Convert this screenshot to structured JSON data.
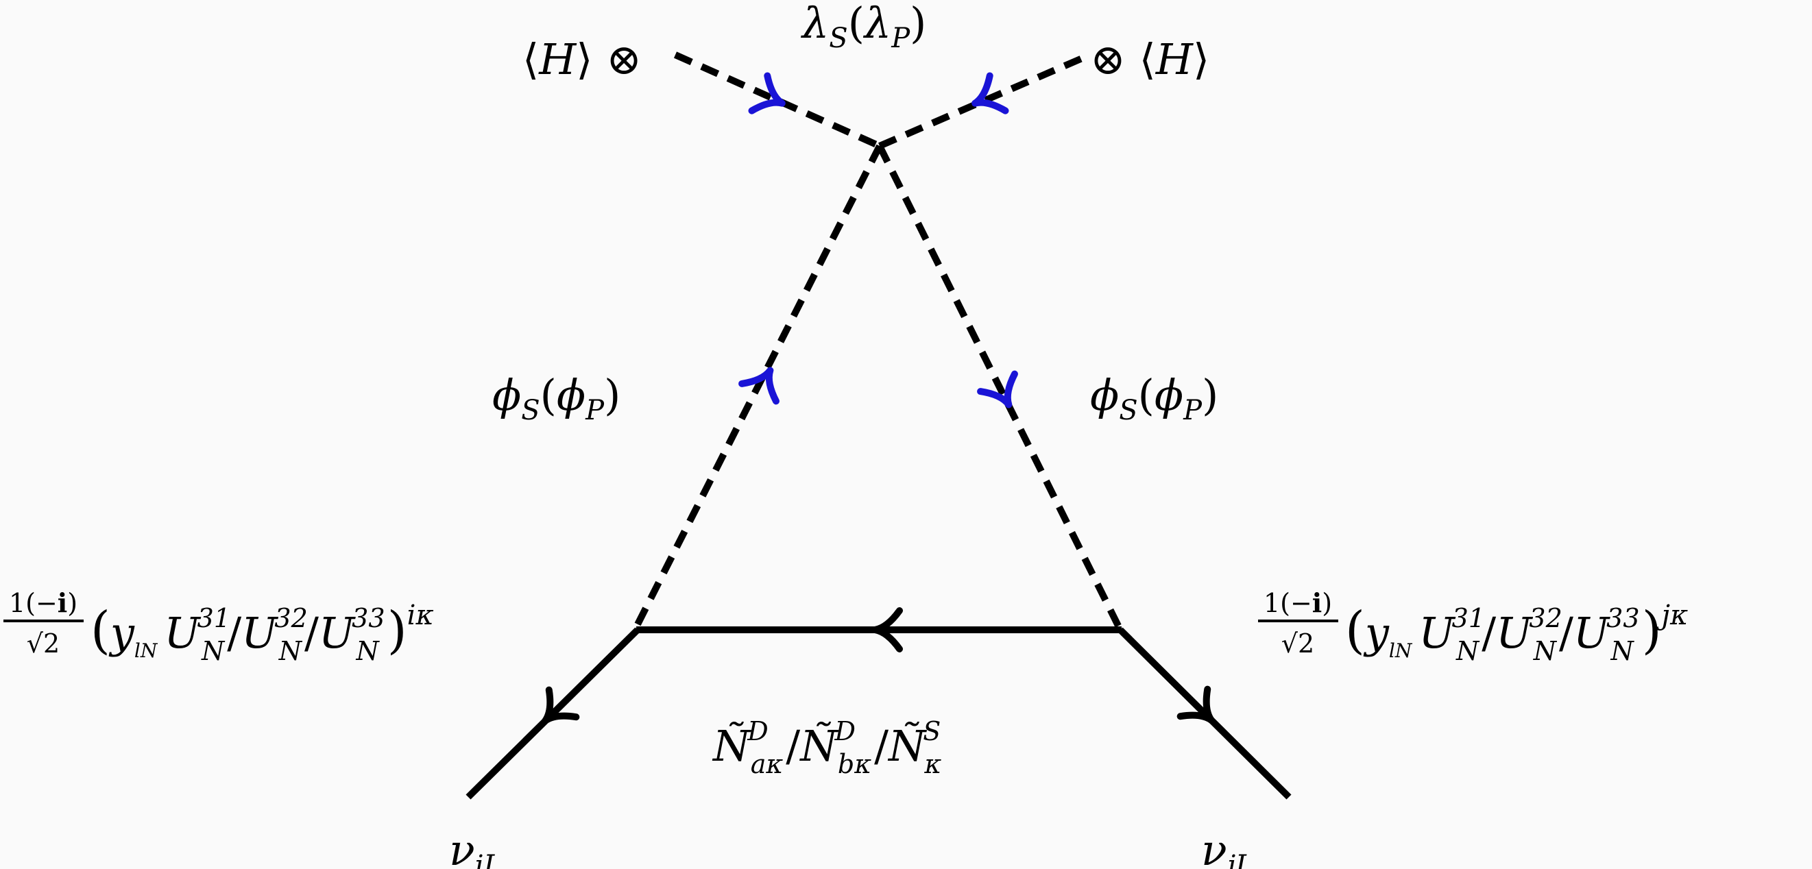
{
  "diagram": {
    "labels": {
      "vertex_top": "λS(λP)",
      "higgs_left": "⟨H⟩ ⊗",
      "higgs_right": "⊗ ⟨H⟩",
      "scalar_left": "ϕS(ϕP)",
      "scalar_right": "ϕS(ϕP)",
      "coupling_left": "1(−i)/√2 (ylN UN31/UN32/UN33)iκ",
      "coupling_right": "1(−i)/√2 (ylN UN31/UN32/UN33)jκ",
      "fermion_internal": "ÑaκD/ÑbκD/ÑκS",
      "neutrino_left": "νiL",
      "neutrino_right": "νjL"
    },
    "colors": {
      "scalar_arrow": "#1a14d6",
      "line": "#000000",
      "background": "#fafafa"
    }
  }
}
